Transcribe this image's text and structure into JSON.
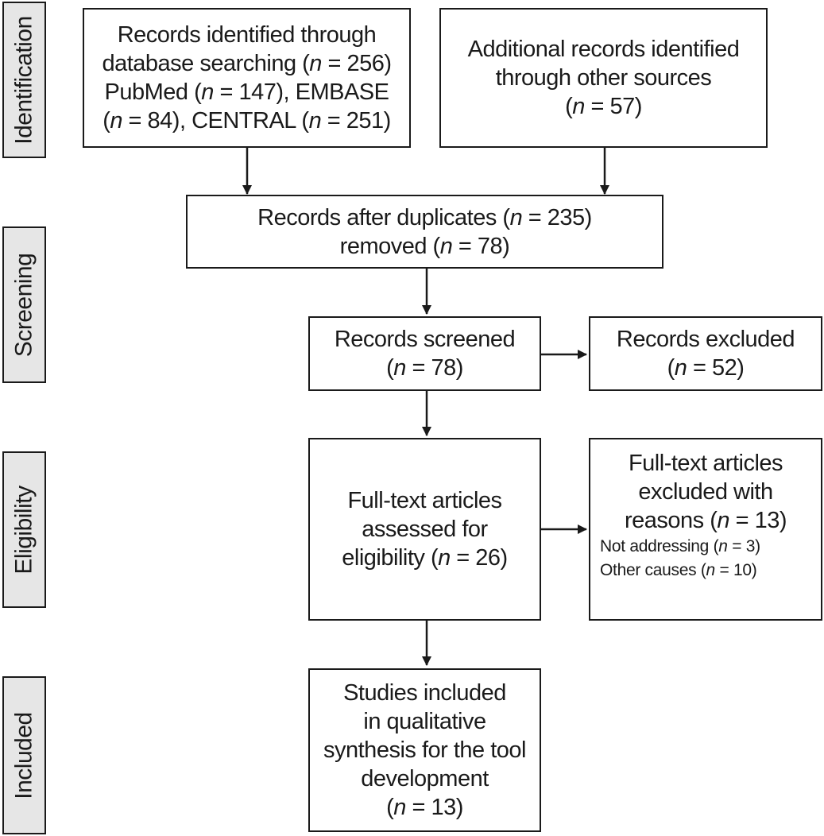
{
  "stages": {
    "identification": "Identification",
    "screening": "Screening",
    "eligibility": "Eligibility",
    "included": "Included"
  },
  "boxes": {
    "database_search": {
      "line1": "Records identified through",
      "line2_pre": "database searching (",
      "line2_n": "n",
      "line2_post": " = 256)",
      "line3_a": "PubMed (",
      "line3_n": "n",
      "line3_b": " = 147), EMBASE",
      "line4_a": "(",
      "line4_n1": "n",
      "line4_b": " = 84), CENTRAL (",
      "line4_n2": "n",
      "line4_c": " = 251)"
    },
    "other_sources": {
      "line1": "Additional records identified",
      "line2": "through other sources",
      "line3_a": "(",
      "line3_n": "n",
      "line3_b": " = 57)"
    },
    "after_duplicates": {
      "line1_a": "Records after duplicates (",
      "line1_n": "n",
      "line1_b": " = 235)",
      "line2_a": "removed (",
      "line2_n": "n",
      "line2_b": " = 78)"
    },
    "screened": {
      "line1": "Records screened",
      "line2_a": "(",
      "line2_n": "n",
      "line2_b": " = 78)"
    },
    "excluded": {
      "line1": "Records excluded",
      "line2_a": "(",
      "line2_n": "n",
      "line2_b": " = 52)"
    },
    "fulltext_assessed": {
      "line1": "Full-text articles",
      "line2": "assessed for",
      "line3_a": "eligibility (",
      "line3_n": "n",
      "line3_b": " = 26)"
    },
    "fulltext_excluded": {
      "line1": "Full-text articles",
      "line2": "excluded with",
      "line3_a": "reasons (",
      "line3_n": "n",
      "line3_b": " = 13)",
      "reason1_a": "Not addressing (",
      "reason1_n": "n",
      "reason1_b": " = 3)",
      "reason2_a": "Other causes (",
      "reason2_n": "n",
      "reason2_b": " = 10)"
    },
    "included": {
      "line1": "Studies included",
      "line2": "in qualitative",
      "line3": "synthesis for the tool",
      "line4": "development",
      "line5_a": "(",
      "line5_n": "n",
      "line5_b": " = 13)"
    }
  },
  "colors": {
    "stroke": "#1a1a1a",
    "stage_fill": "#e6e6e6"
  }
}
